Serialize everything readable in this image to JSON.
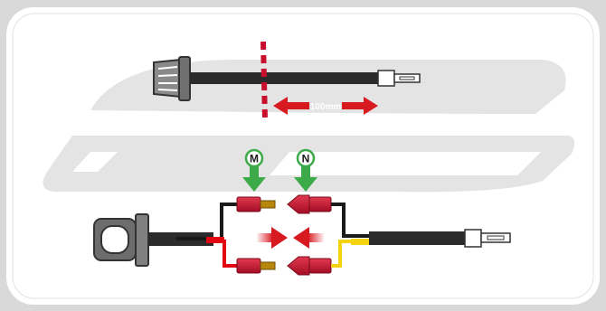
{
  "measurement": {
    "label": "100mm"
  },
  "connector_labels": {
    "m": "M",
    "n": "N"
  },
  "colors": {
    "background": "#d9d9d9",
    "panel": "#ffffff",
    "watermark": "#e4e4e4",
    "cable": "#2b2b2b",
    "arrow_red": "#d71920",
    "connector_red": "#c8102e",
    "badge_green": "#3daa49",
    "wire_black": "#1a1a1a",
    "wire_red": "#e30613",
    "wire_yellow": "#f5d40f",
    "contact_brass": "#b8860b"
  },
  "icons": {
    "harness_top": "lamp-socket-harness-icon",
    "harness_bottom": "lamp-socket-harness-icon",
    "cut_line": "dashed-cut-line-icon",
    "arrows": "red-direction-arrow-icon",
    "badges": "green-down-arrow-badge-icon"
  }
}
